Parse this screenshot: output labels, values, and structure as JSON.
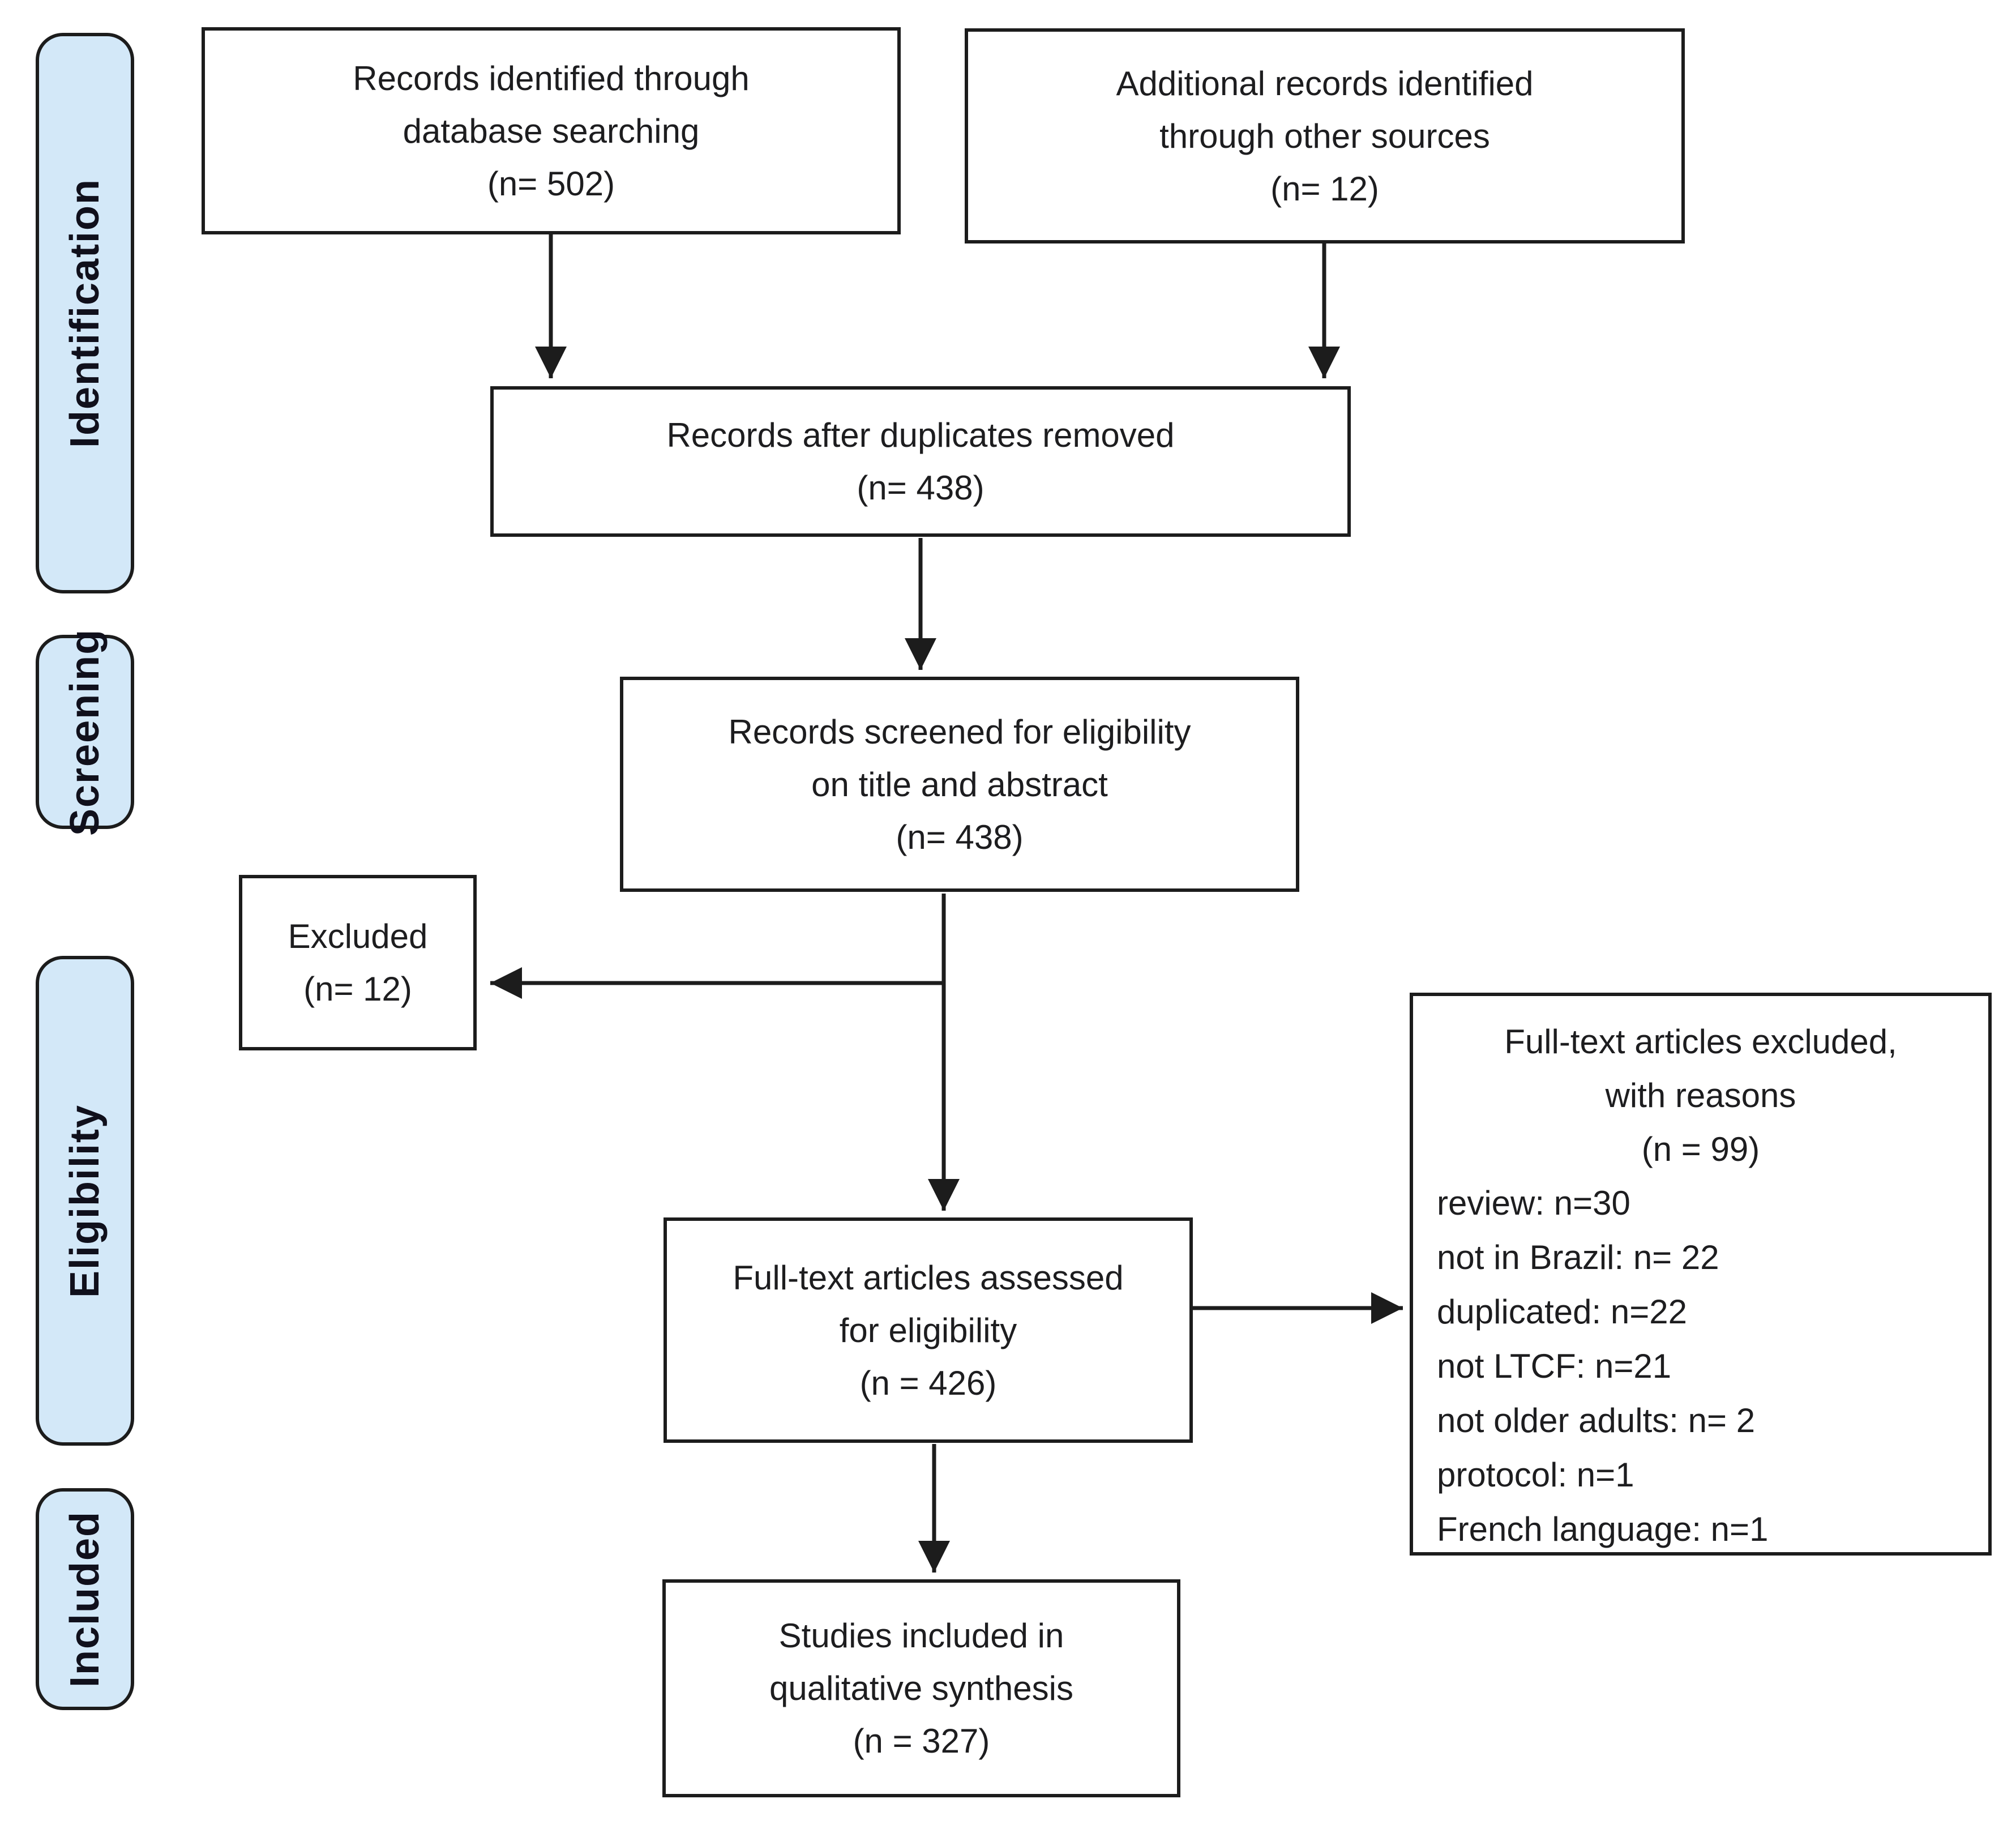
{
  "colors": {
    "stage_fill": "#d3e8f8",
    "line": "#1c1c1c",
    "text": "#1d1d1f"
  },
  "stages": {
    "identification": "Identification",
    "screening": "Screening",
    "eligibility": "Eligibility",
    "included": "Included"
  },
  "boxes": {
    "records_identified": "Records identified through\ndatabase searching\n(n= 502)",
    "additional_records": "Additional records identified\nthrough other sources\n(n= 12)",
    "duplicates_removed": "Records after duplicates removed\n(n= 438)",
    "records_screened": "Records screened for eligibility\non title and abstract\n(n= 438)",
    "excluded": "Excluded\n(n= 12)",
    "fulltext_assessed": "Full-text articles assessed\nfor eligibility\n(n = 426)",
    "fulltext_excluded_title": "Full-text articles excluded,\nwith reasons\n(n = 99)",
    "fulltext_excluded_reasons": "review: n=30\nnot in Brazil: n= 22\nduplicated: n=22\nnot LTCF: n=21\nnot older adults: n= 2\nprotocol: n=1\nFrench language: n=1",
    "studies_included": "Studies included in\nqualitative synthesis\n(n = 327)"
  }
}
